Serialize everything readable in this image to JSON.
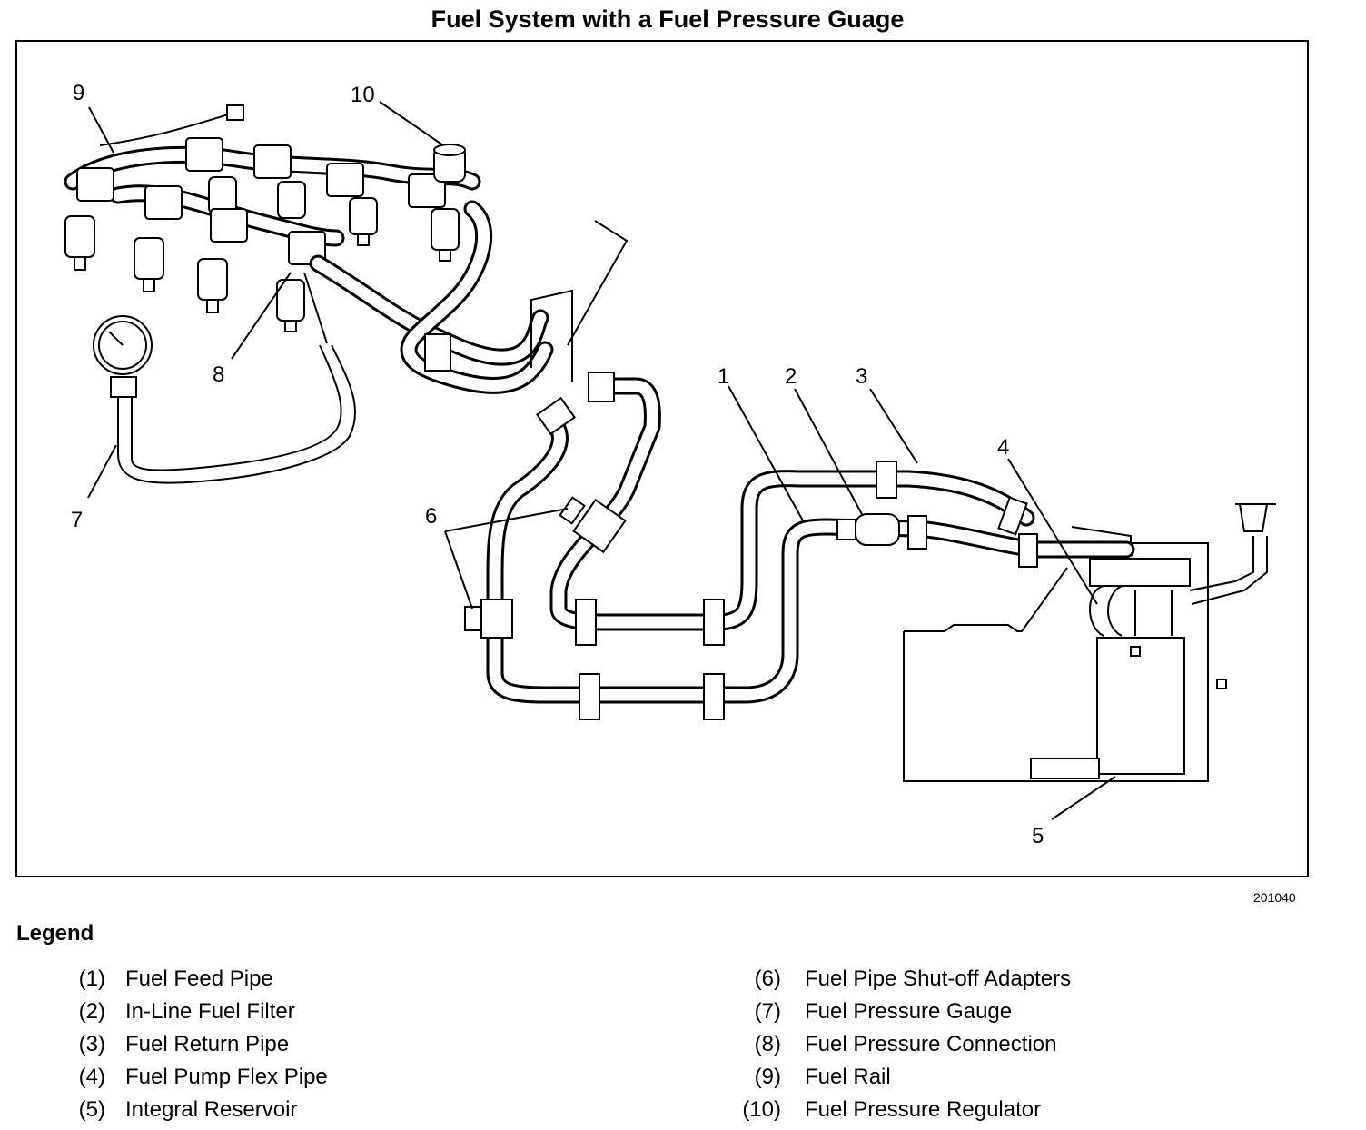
{
  "title": "Fuel System with a Fuel Pressure Guage",
  "figure_id": "201040",
  "callouts": [
    "1",
    "2",
    "3",
    "4",
    "5",
    "6",
    "7",
    "8",
    "9",
    "10"
  ],
  "legend": {
    "heading": "Legend",
    "items": [
      {
        "num": "(1)",
        "label": "Fuel Feed Pipe"
      },
      {
        "num": "(2)",
        "label": "In-Line Fuel Filter"
      },
      {
        "num": "(3)",
        "label": "Fuel Return Pipe"
      },
      {
        "num": "(4)",
        "label": "Fuel Pump Flex Pipe"
      },
      {
        "num": "(5)",
        "label": "Integral Reservoir"
      },
      {
        "num": "(6)",
        "label": "Fuel Pipe Shut-off Adapters"
      },
      {
        "num": "(7)",
        "label": "Fuel Pressure Gauge"
      },
      {
        "num": "(8)",
        "label": "Fuel Pressure Connection"
      },
      {
        "num": "(9)",
        "label": "Fuel Rail"
      },
      {
        "num": "(10)",
        "label": "Fuel Pressure Regulator"
      }
    ]
  }
}
